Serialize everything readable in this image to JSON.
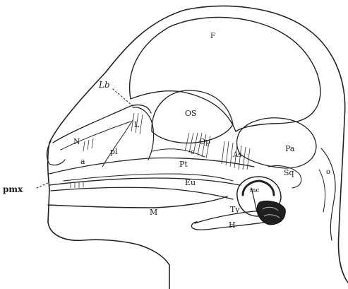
{
  "labels": {
    "F": "F",
    "Pa": "Pa",
    "Os": "OS",
    "Op": "Op",
    "As": "As",
    "L": "L",
    "N": "N",
    "Pl": "pl",
    "A": "a",
    "Pt": "Pt",
    "C": "c",
    "Eu": "Eu",
    "Sq": "Sq",
    "O": "o",
    "Pmx": "pmx",
    "M": "M",
    "Ty": "Ty",
    "H": "H",
    "Mc": "mc",
    "Lb": "Lb"
  }
}
